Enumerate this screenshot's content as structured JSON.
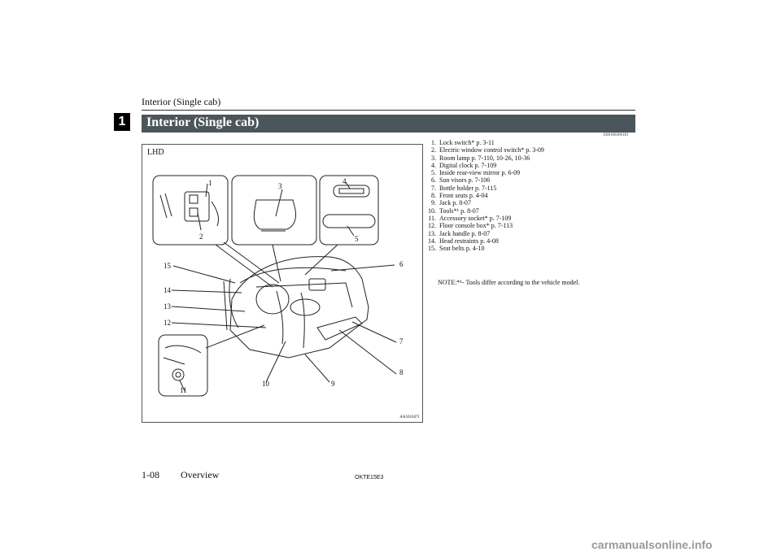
{
  "header": {
    "running_title": "Interior (Single cab)",
    "chapter_number": "1"
  },
  "section": {
    "title": "Interior (Single cab)",
    "code": "E00100206181"
  },
  "figure": {
    "label": "LHD",
    "code": "AA5010471",
    "callouts": [
      "1",
      "2",
      "3",
      "4",
      "5",
      "6",
      "7",
      "8",
      "9",
      "10",
      "11",
      "12",
      "13",
      "14",
      "15"
    ]
  },
  "items": [
    {
      "num": "1.",
      "text": "Lock switch* p. 3-11"
    },
    {
      "num": "2.",
      "text": "Electric window control switch* p. 3-09"
    },
    {
      "num": "3.",
      "text": "Room lamp p. 7-110, 10-26, 10-36"
    },
    {
      "num": "4.",
      "text": "Digital clock p. 7-109"
    },
    {
      "num": "5.",
      "text": "Inside rear-view mirror p. 6-09"
    },
    {
      "num": "6.",
      "text": "Sun visors p. 7-106"
    },
    {
      "num": "7.",
      "text": "Bottle holder p. 7-115"
    },
    {
      "num": "8.",
      "text": "Front seats p. 4-04"
    },
    {
      "num": "9.",
      "text": "Jack p. 8-07"
    },
    {
      "num": "10.",
      "text": "Tools*¹ p. 8-07"
    },
    {
      "num": "11.",
      "text": "Accessory socket* p. 7-109"
    },
    {
      "num": "12.",
      "text": "Floor console box* p. 7-113"
    },
    {
      "num": "13.",
      "text": "Jack handle p. 8-07"
    },
    {
      "num": "14.",
      "text": "Head restraints p. 4-08"
    },
    {
      "num": "15.",
      "text": "Seat belts p. 4-10"
    }
  ],
  "note": "NOTE:*¹- Tools differ according to the vehicle model.",
  "footer": {
    "page": "1-08",
    "section": "Overview",
    "code": "OKTE15E3"
  },
  "watermark": "carmanualsonline.info"
}
